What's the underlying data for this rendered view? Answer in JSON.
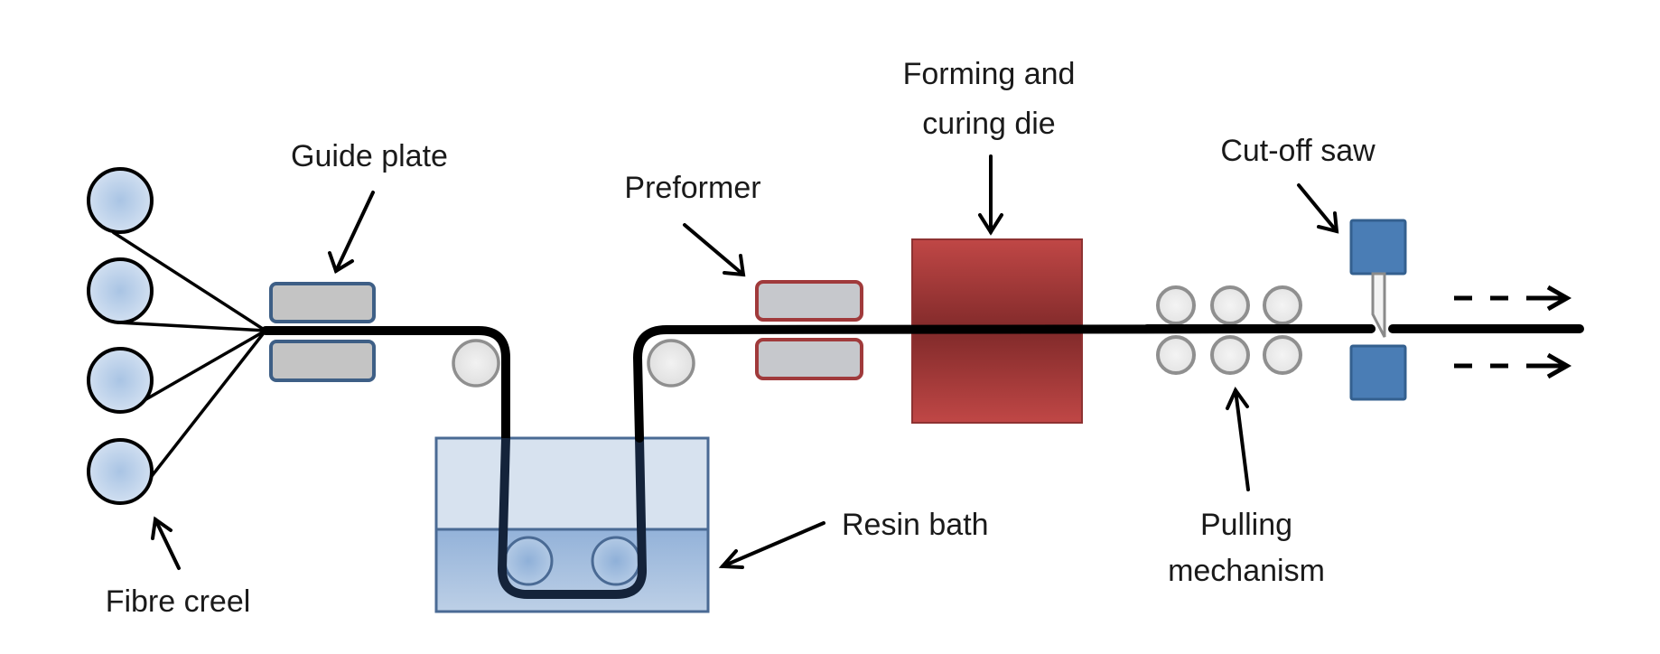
{
  "title": "Pultrusion process",
  "labels": {
    "fibre_creel": "Fibre creel",
    "guide_plate": "Guide plate",
    "resin_bath": "Resin bath",
    "preformer": "Preformer",
    "die_line1": "Forming and",
    "die_line2": "curing die",
    "pulling_line1": "Pulling",
    "pulling_line2": "mechanism",
    "cutoff_saw": "Cut-off saw"
  },
  "components": [
    {
      "id": "fibre-creel",
      "name": "Fibre creel",
      "count": 4
    },
    {
      "id": "guide-plate",
      "name": "Guide plate",
      "count": 2
    },
    {
      "id": "resin-bath",
      "name": "Resin bath",
      "submerged_rollers": 2,
      "idler_rollers": 2
    },
    {
      "id": "preformer",
      "name": "Preformer",
      "count": 2
    },
    {
      "id": "die",
      "name": "Forming and curing die"
    },
    {
      "id": "pulling-mechanism",
      "name": "Pulling mechanism",
      "rollers": 6
    },
    {
      "id": "cutoff-saw",
      "name": "Cut-off saw"
    }
  ],
  "flow_direction": "left-to-right",
  "colors": {
    "fibre": "#000000",
    "creel_fill": "#c3d6ec",
    "guide_stroke": "#3e5f86",
    "plate_fill": "#c4c4c4",
    "preformer_stroke": "#a03a3b",
    "die_fill": "#b5403f",
    "die_dark": "#862c2c",
    "bath_top": "#d7e2ef",
    "bath_liquid": "#a6bfdf",
    "bath_stroke": "#4a6a94",
    "roller_fill": "#e6e6e6",
    "roller_stroke": "#8f8f8f",
    "saw_fill": "#4a7db5",
    "saw_stroke": "#34608f"
  }
}
